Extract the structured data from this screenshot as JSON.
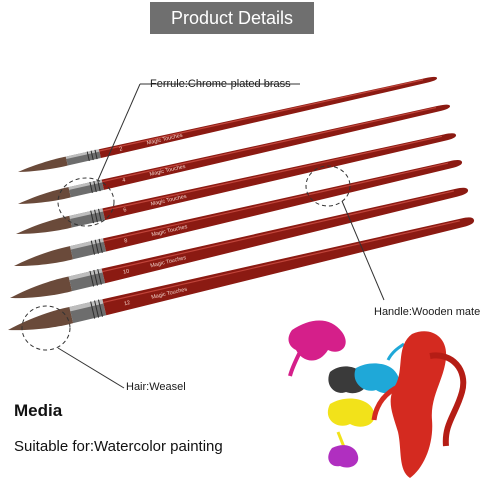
{
  "header": {
    "title": "Product Details"
  },
  "callouts": {
    "ferrule": "Ferrule:Chrome-plated brass",
    "handle": "Handle:Wooden material",
    "hair": "Hair:Weasel"
  },
  "brushes": [
    {
      "imprint": "Magic Touches",
      "size": "2"
    },
    {
      "imprint": "Magic Touches",
      "size": "4"
    },
    {
      "imprint": "Magic Touches",
      "size": "6"
    },
    {
      "imprint": "Magic Touches",
      "size": "8"
    },
    {
      "imprint": "Magic Touches",
      "size": "10"
    },
    {
      "imprint": "Magic Touches",
      "size": "12"
    }
  ],
  "media": {
    "title": "Media",
    "usage": "Suitable for:Watercolor painting"
  },
  "colors": {
    "handle": "#8b1a12",
    "handle_highlight": "#c0443a",
    "ferrule": "#6d6d6d",
    "hair": "#6a4a3a",
    "splash": [
      "#d51f8a",
      "#1fa8d8",
      "#f2e21a",
      "#3a3a3a",
      "#d42a20"
    ]
  }
}
